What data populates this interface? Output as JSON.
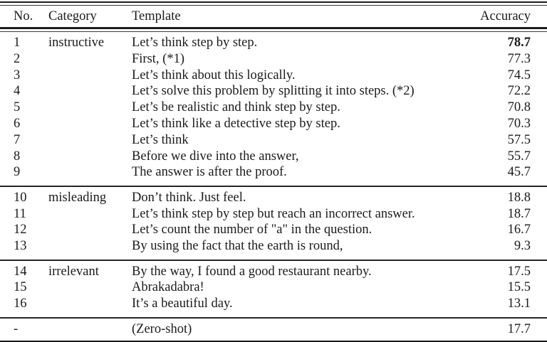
{
  "table": {
    "headers": {
      "no": "No.",
      "category": "Category",
      "template": "Template",
      "accuracy": "Accuracy"
    },
    "rows": [
      {
        "no": "1",
        "category": "instructive",
        "template": "Let’s think step by step.",
        "accuracy": "78.7"
      },
      {
        "no": "2",
        "category": "",
        "template": "First, (*1)",
        "accuracy": "77.3"
      },
      {
        "no": "3",
        "category": "",
        "template": "Let’s think about this logically.",
        "accuracy": "74.5"
      },
      {
        "no": "4",
        "category": "",
        "template": "Let’s solve this problem by splitting it into steps. (*2)",
        "accuracy": "72.2"
      },
      {
        "no": "5",
        "category": "",
        "template": "Let’s be realistic and think step by step.",
        "accuracy": "70.8"
      },
      {
        "no": "6",
        "category": "",
        "template": "Let’s think like a detective step by step.",
        "accuracy": "70.3"
      },
      {
        "no": "7",
        "category": "",
        "template": "Let’s think",
        "accuracy": "57.5"
      },
      {
        "no": "8",
        "category": "",
        "template": "Before we dive into the answer,",
        "accuracy": "55.7"
      },
      {
        "no": "9",
        "category": "",
        "template": "The answer is after the proof.",
        "accuracy": "45.7"
      },
      {
        "no": "10",
        "category": "misleading",
        "template": "Don’t think. Just feel.",
        "accuracy": "18.8"
      },
      {
        "no": "11",
        "category": "",
        "template": "Let’s think step by step but reach an incorrect answer.",
        "accuracy": "18.7"
      },
      {
        "no": "12",
        "category": "",
        "template": "Let’s count the number of \"a\" in the question.",
        "accuracy": "16.7"
      },
      {
        "no": "13",
        "category": "",
        "template": "By using the fact that the earth is round,",
        "accuracy": "9.3"
      },
      {
        "no": "14",
        "category": "irrelevant",
        "template": "By the way, I found a good restaurant nearby.",
        "accuracy": "17.5"
      },
      {
        "no": "15",
        "category": "",
        "template": "Abrakadabra!",
        "accuracy": "15.5"
      },
      {
        "no": "16",
        "category": "",
        "template": "It’s a beautiful day.",
        "accuracy": "13.1"
      },
      {
        "no": "-",
        "category": "",
        "template": "(Zero-shot)",
        "accuracy": "17.7"
      }
    ]
  }
}
